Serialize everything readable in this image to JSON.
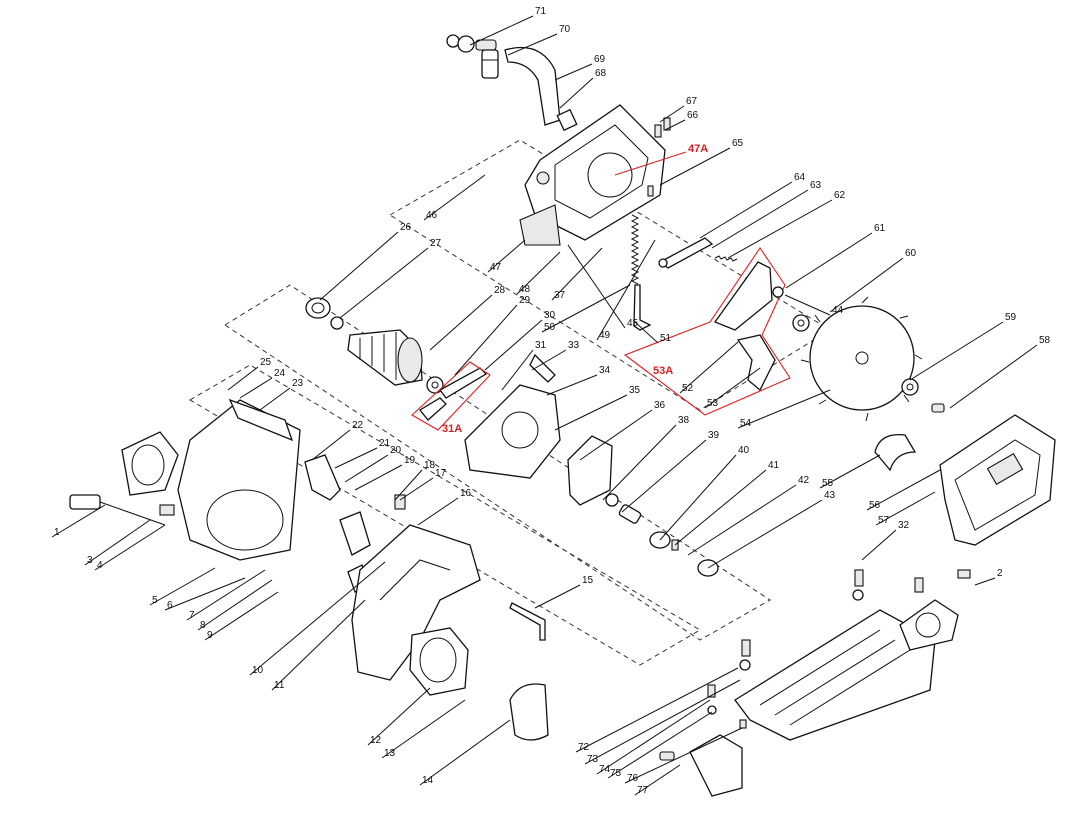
{
  "labels": [
    "1",
    "2",
    "3",
    "4",
    "5",
    "6",
    "7",
    "8",
    "9",
    "10",
    "11",
    "12",
    "13",
    "14",
    "15",
    "16",
    "17",
    "18",
    "19",
    "20",
    "21",
    "22",
    "23",
    "24",
    "25",
    "26",
    "27",
    "28",
    "29",
    "30",
    "31",
    "32",
    "33",
    "34",
    "35",
    "36",
    "37",
    "38",
    "39",
    "40",
    "41",
    "42",
    "43",
    "44",
    "45",
    "46",
    "47",
    "48",
    "49",
    "50",
    "51",
    "52",
    "53",
    "54",
    "55",
    "56",
    "57",
    "58",
    "59",
    "60",
    "61",
    "62",
    "63",
    "64",
    "65",
    "66",
    "67",
    "68",
    "69",
    "70",
    "71",
    "72",
    "73",
    "74",
    "75",
    "76",
    "77"
  ],
  "callouts": {
    "a": "47A",
    "b": "31A",
    "c": "53A"
  },
  "colors": {
    "line": "#111111",
    "callout": "#e02020",
    "background": "#ffffff"
  }
}
